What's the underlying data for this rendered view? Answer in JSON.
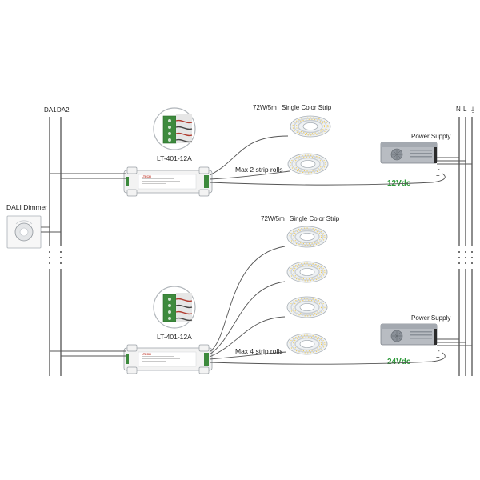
{
  "bus": {
    "da1": "DA1",
    "da2": "DA2",
    "n": "N",
    "l": "L",
    "ground_symbol": "⏚"
  },
  "dimmer": {
    "label": "DALI Dimmer"
  },
  "top_section": {
    "controller_model": "LT-401-12A",
    "strip_power": "72W/5m",
    "strip_type": "Single Color Strip",
    "max_rolls": "Max 2 strip rolls",
    "power_supply": "Power Supply",
    "voltage": "12Vdc"
  },
  "bottom_section": {
    "controller_model": "LT-401-12A",
    "strip_power": "72W/5m",
    "strip_type": "Single Color Strip",
    "max_rolls": "Max 4 strip rolls",
    "power_supply": "Power Supply",
    "voltage": "24Vdc"
  },
  "psu_polarity": {
    "minus": "-",
    "plus": "+"
  },
  "device_print": {
    "brand": "LTECH"
  },
  "colors": {
    "wire": "#555555",
    "bus_line": "#444444",
    "voltage_text": "#2e9a3a",
    "controller_body": "#eeeeee",
    "psu_body": "#b8bcc2",
    "terminal_green": "#3d8a3d",
    "strip_reel": "#e9ecef"
  }
}
